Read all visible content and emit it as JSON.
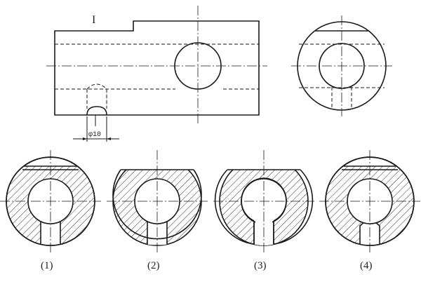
{
  "section_mark": "I",
  "dimension": {
    "diameter_label": "φ10"
  },
  "options": [
    {
      "label": "(1)"
    },
    {
      "label": "(2)"
    },
    {
      "label": "(3)"
    },
    {
      "label": "(4)"
    }
  ]
}
